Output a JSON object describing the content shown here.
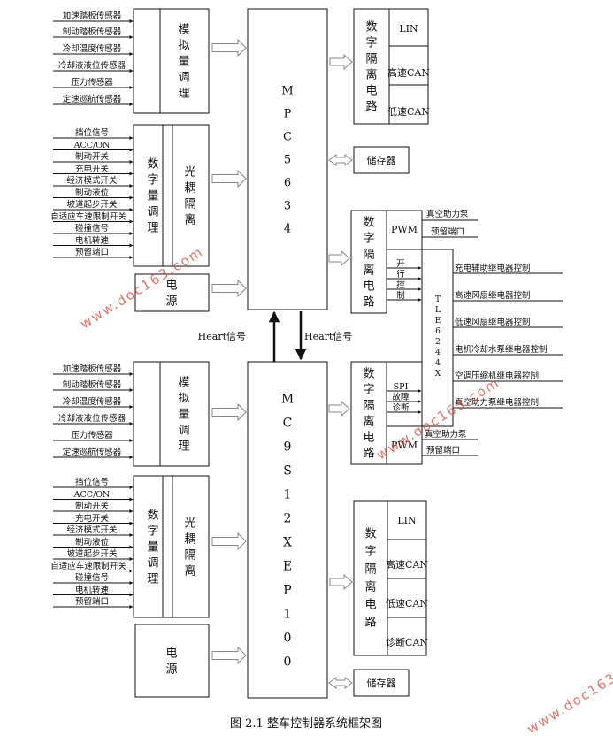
{
  "top": {
    "analog_sensors": [
      "加速踏板传感器",
      "制动踏板传感器",
      "冷却温度传感器",
      "冷却液液位传感器",
      "压力传感器",
      "定速巡航传感器"
    ],
    "analog_block": "模拟量调理",
    "digital_signals": [
      "挡位信号",
      "ACC/ON",
      "制动开关",
      "充电开关",
      "经济模式开关",
      "制动液位",
      "坡道起步开关",
      "自适应车速限制开关",
      "碰撞信号",
      "电机转速",
      "预留端口"
    ],
    "digital_block": "数字量调理",
    "opto_block": "光耦隔离",
    "power_block": "电源",
    "mcu": "MPC5634",
    "iso_block": "数字隔离电路",
    "buses": [
      "LIN",
      "高速CAN",
      "低速CAN"
    ],
    "storage": "储存器"
  },
  "middle": {
    "iso_top": "数字隔离电路",
    "pwm_top": "PWM",
    "pwm_outputs_top": [
      "真空助力泵",
      "预留端口"
    ],
    "switch_lines": [
      "开",
      "行",
      "控",
      "制"
    ],
    "driver_chip": "TLE6244X",
    "relay_outputs": [
      "充电辅助继电器控制",
      "高速风扇继电器控制",
      "低速风扇继电器控制",
      "电机冷却水泵继电器控制",
      "空调压缩机继电器控制",
      "真空助力泵继电器控制"
    ],
    "iso_bottom": "数字隔离电路",
    "spi_lines": [
      "SPI",
      "故障",
      "诊断"
    ],
    "pwm_bottom": "PWM",
    "pwm_outputs_bottom": [
      "真空助力泵",
      "预留端口"
    ],
    "heart_left": "Heart信号",
    "heart_right": "Heart信号"
  },
  "bottom": {
    "analog_sensors": [
      "加速踏板传感器",
      "制动踏板传感器",
      "冷却温度传感器",
      "冷却液液位传感器",
      "压力传感器",
      "定速巡航传感器"
    ],
    "analog_block": "模拟量调理",
    "digital_signals": [
      "挡位信号",
      "ACC/ON",
      "制动开关",
      "充电开关",
      "经济模式开关",
      "制动液位",
      "坡道起步开关",
      "自适应车速限制开关",
      "碰撞信号",
      "电机转速",
      "预留端口"
    ],
    "digital_block": "数字量调理",
    "opto_block": "光耦隔离",
    "power_block": "电源",
    "mcu": "MC9S12XEP100",
    "iso_block": "数字隔离电路",
    "buses": [
      "LIN",
      "高速CAN",
      "低速CAN",
      "诊断CAN"
    ],
    "storage": "储存器"
  },
  "caption": "图 2.1    整车控制器系统框架图",
  "watermark": "www.doc163.com"
}
